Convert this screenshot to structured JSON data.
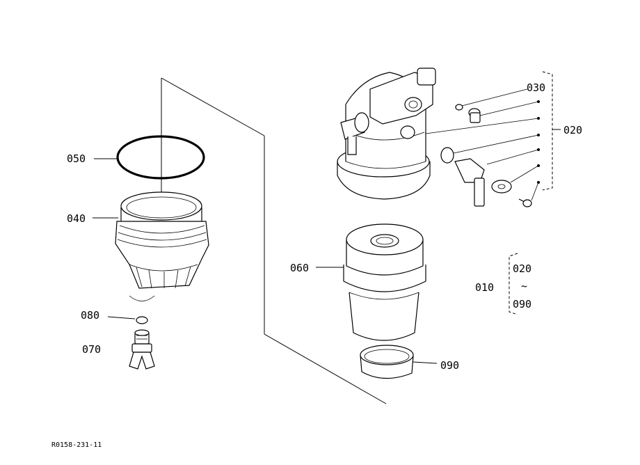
{
  "labels": {
    "p010": "010",
    "p020": "020",
    "p020_group": "020",
    "p030": "030",
    "p040": "040",
    "p050": "050",
    "p060": "060",
    "p070": "070",
    "p080": "080",
    "p090": "090",
    "p090_group": "090",
    "range_symbol": "~"
  },
  "reference_code": "R0158-231-11"
}
